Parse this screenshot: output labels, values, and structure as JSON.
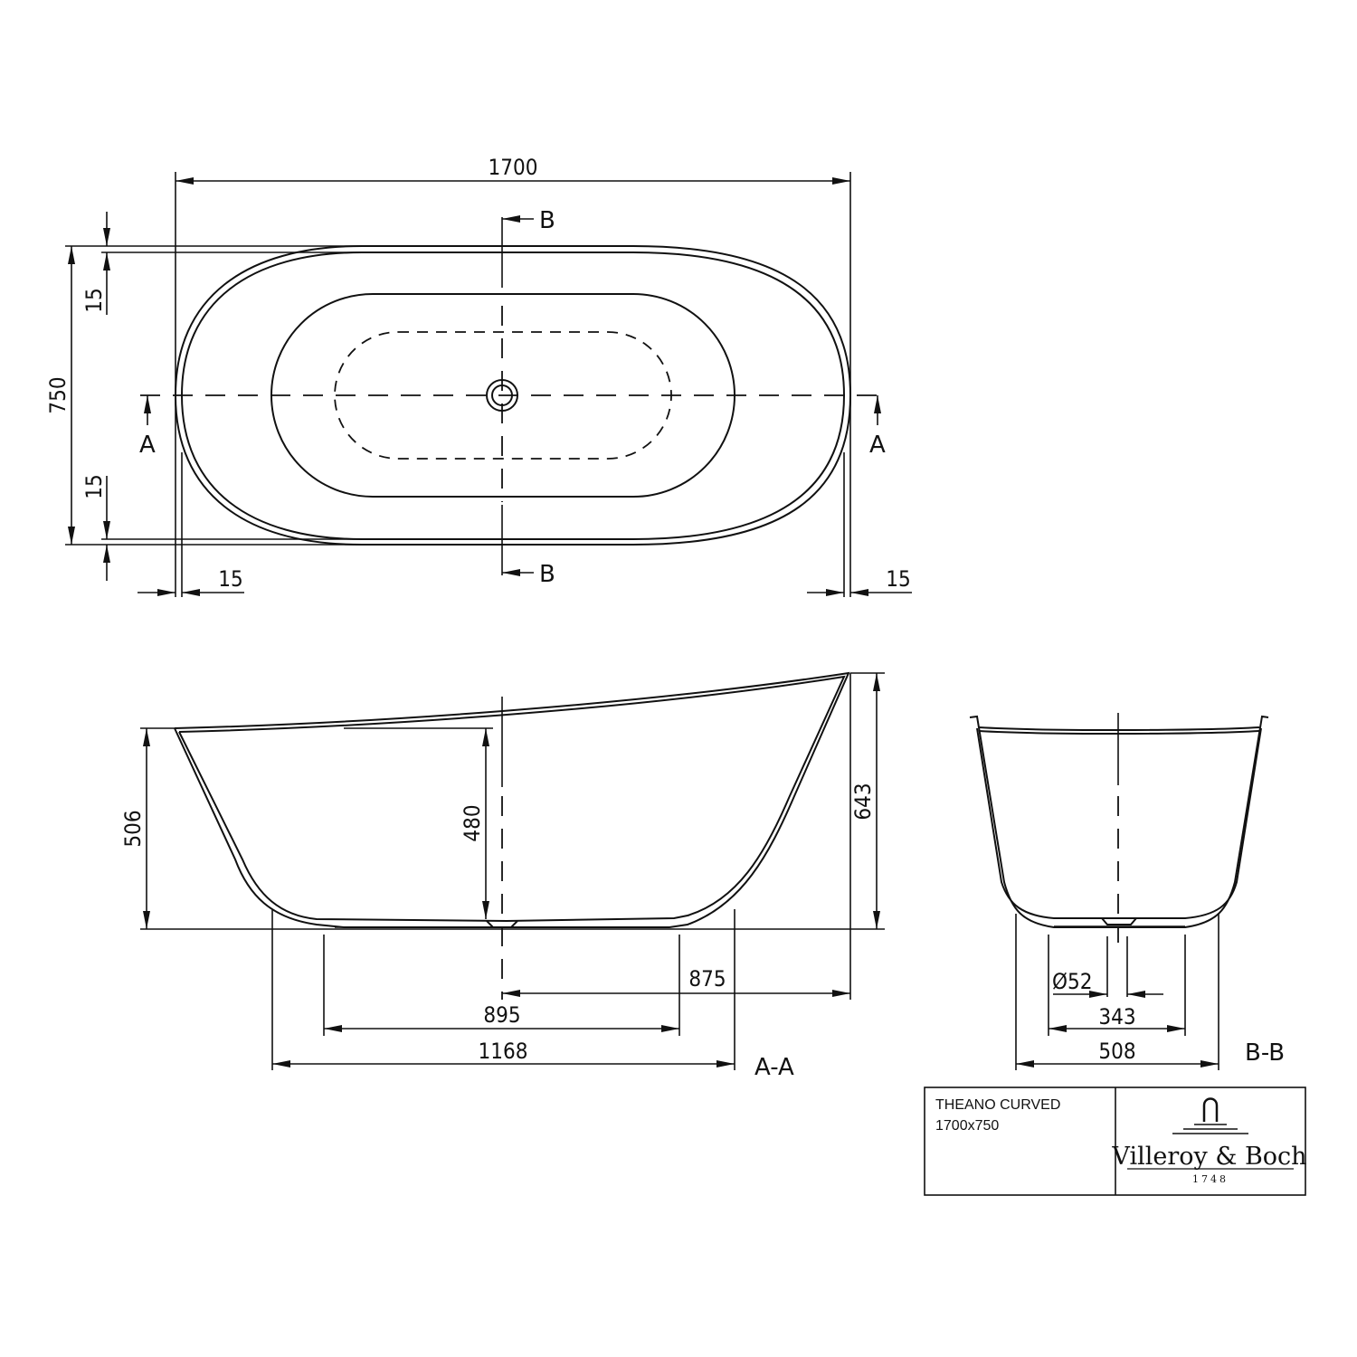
{
  "drawing": {
    "product_name": "THEANO CURVED",
    "product_size": "1700x750",
    "brand": {
      "name": "Villeroy & Boch",
      "year": "1748",
      "logo_icon": "faucet-arch-icon"
    }
  },
  "plan_view": {
    "overall_length": "1700",
    "overall_width": "750",
    "rim_top_offset": "15",
    "rim_bottom_offset": "15",
    "rim_left_offset": "15",
    "rim_right_offset": "15",
    "section_a_left": "A",
    "section_a_right": "A",
    "section_b_top": "B",
    "section_b_bottom": "B"
  },
  "section_aa": {
    "title": "A-A",
    "left_height": "506",
    "inner_depth": "480",
    "right_height": "643",
    "drain_to_end": "875",
    "inner_floor_length": "895",
    "base_length": "1168"
  },
  "section_bb": {
    "title": "B-B",
    "drain_diameter": "Ø52",
    "inner_floor_width": "343",
    "base_width": "508"
  }
}
